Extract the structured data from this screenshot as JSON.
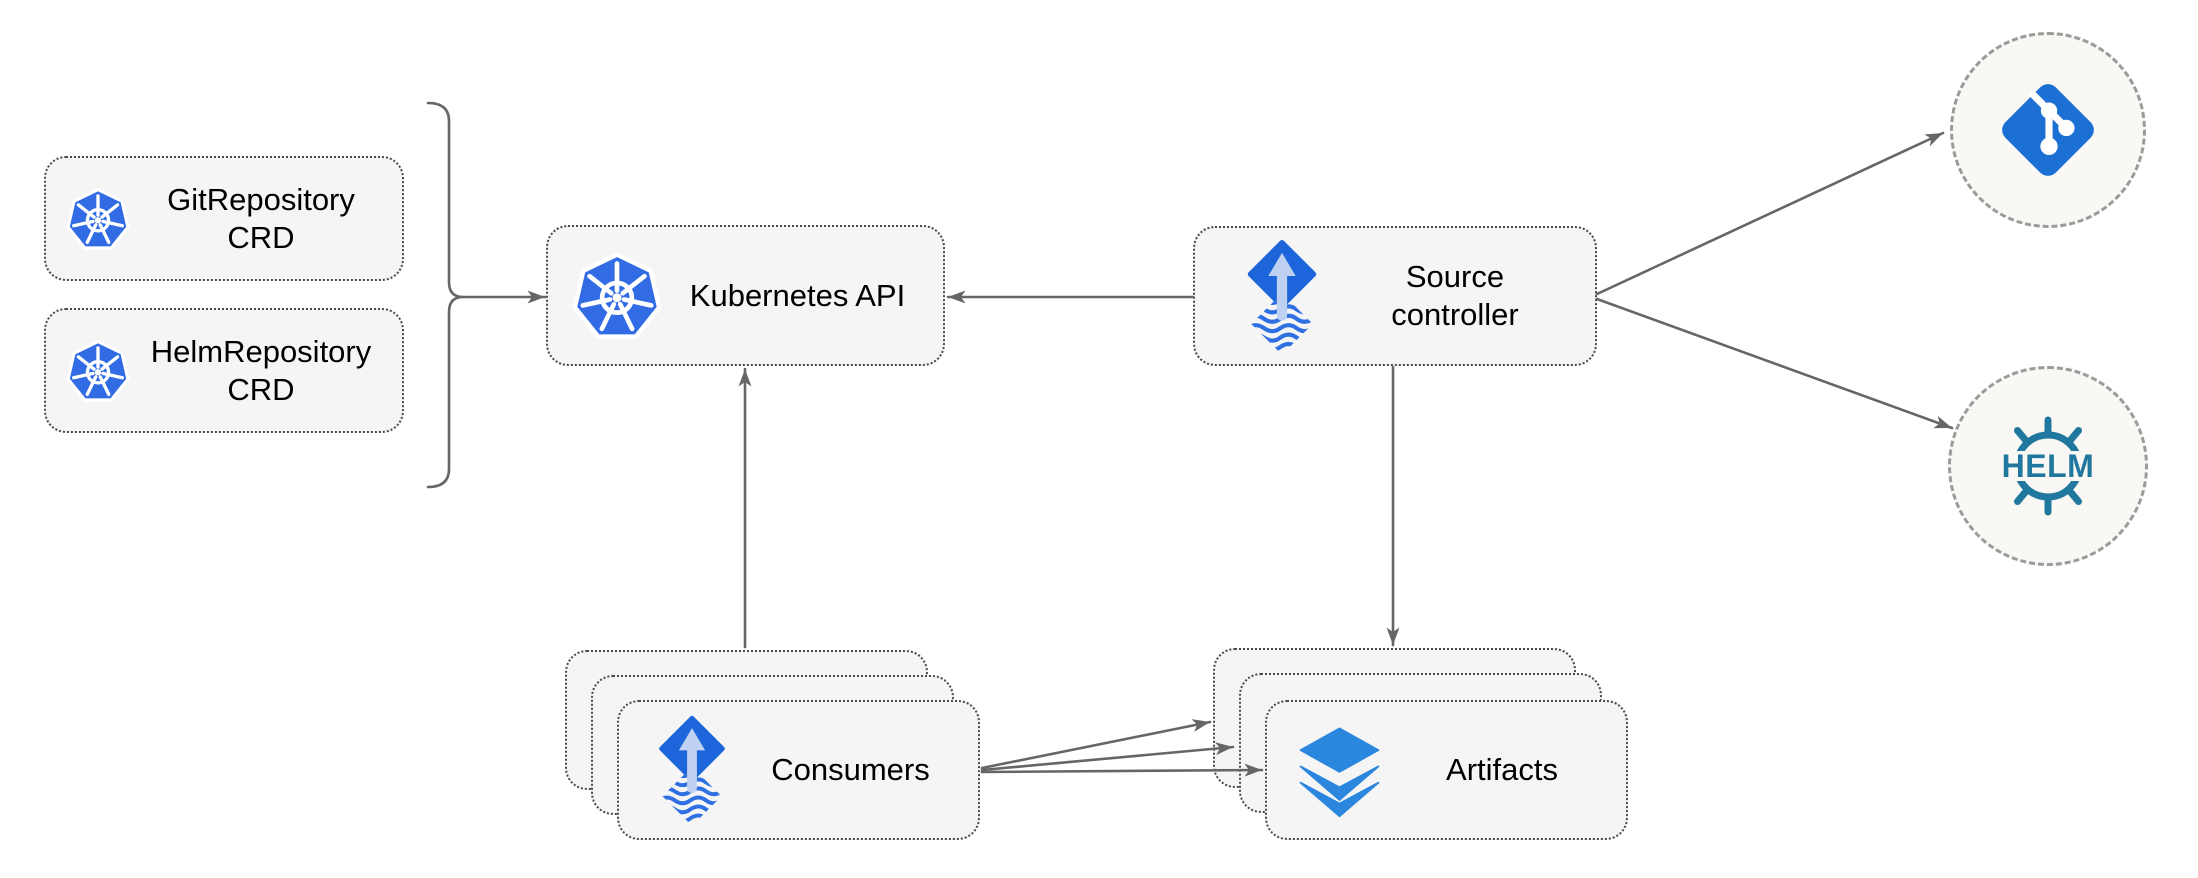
{
  "diagram": {
    "nodes": {
      "git_repository_crd": {
        "lines": [
          "GitRepository",
          "CRD"
        ],
        "icon": "kubernetes-icon"
      },
      "helm_repository_crd": {
        "lines": [
          "HelmRepository",
          "CRD"
        ],
        "icon": "kubernetes-icon"
      },
      "kubernetes_api": {
        "label": "Kubernetes API",
        "icon": "kubernetes-icon"
      },
      "source_controller": {
        "lines": [
          "Source",
          "controller"
        ],
        "icon": "flux-source-icon"
      },
      "consumers": {
        "label": "Consumers",
        "icon": "flux-source-icon",
        "stacked_copies": 3
      },
      "artifacts": {
        "label": "Artifacts",
        "icon": "layers-icon",
        "stacked_copies": 3
      },
      "git_remote": {
        "icon": "git-icon"
      },
      "helm_remote": {
        "icon": "helm-icon",
        "label": "HELM"
      }
    },
    "edges": [
      {
        "from": "crd-brace-group",
        "to": "kubernetes_api",
        "arrow": "end"
      },
      {
        "from": "source_controller",
        "to": "kubernetes_api",
        "arrow": "end"
      },
      {
        "from": "consumers",
        "to": "kubernetes_api",
        "arrow": "end"
      },
      {
        "from": "source_controller",
        "to": "artifacts",
        "arrow": "end"
      },
      {
        "from": "source_controller",
        "to": "git_remote",
        "arrow": "end"
      },
      {
        "from": "source_controller",
        "to": "helm_remote",
        "arrow": "end"
      },
      {
        "from": "consumers",
        "to": "artifacts",
        "arrow": "end",
        "note": "fan line 1"
      },
      {
        "from": "consumers",
        "to": "artifacts",
        "arrow": "end",
        "note": "fan line 2"
      },
      {
        "from": "consumers",
        "to": "artifacts",
        "arrow": "end",
        "note": "fan line 3"
      }
    ],
    "colors": {
      "kubernetes_blue": "#326ce5",
      "flux_diamond_blue": "#1d65da",
      "flux_waves_blue": "#2e6fe2",
      "flux_arrow_light": "#bed1f3",
      "layers_blue": "#2b86de",
      "git_blue": "#1c6fd3",
      "helm_teal": "#21789f",
      "node_fill": "#f5f5f5",
      "node_border": "#4a4a4a",
      "circle_fill": "#faf8f4",
      "circle_border": "#9b9b9b",
      "connector_gray": "#666666",
      "text_black": "#000000"
    }
  }
}
